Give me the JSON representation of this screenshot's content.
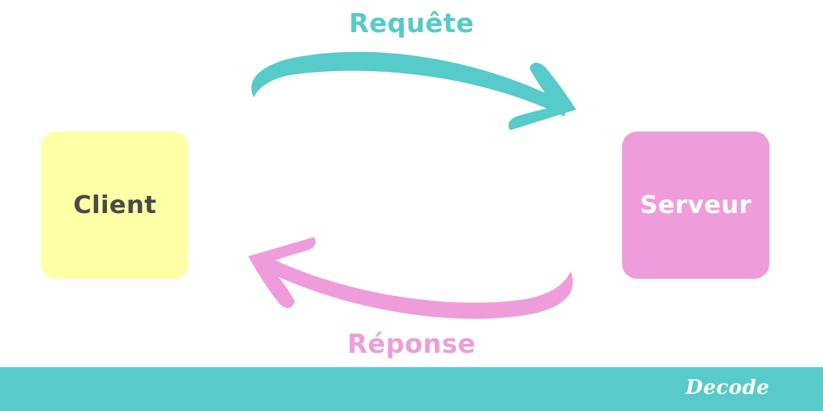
{
  "diagram": {
    "request_label": "Requête",
    "response_label": "Réponse",
    "client_label": "Client",
    "server_label": "Serveur"
  },
  "footer": {
    "brand": "Decode"
  },
  "colors": {
    "teal": "#56CBC9",
    "pink": "#EE9DDA",
    "yellow": "#FFFFA6",
    "dark_text": "#4a4a4a",
    "white": "#ffffff"
  }
}
